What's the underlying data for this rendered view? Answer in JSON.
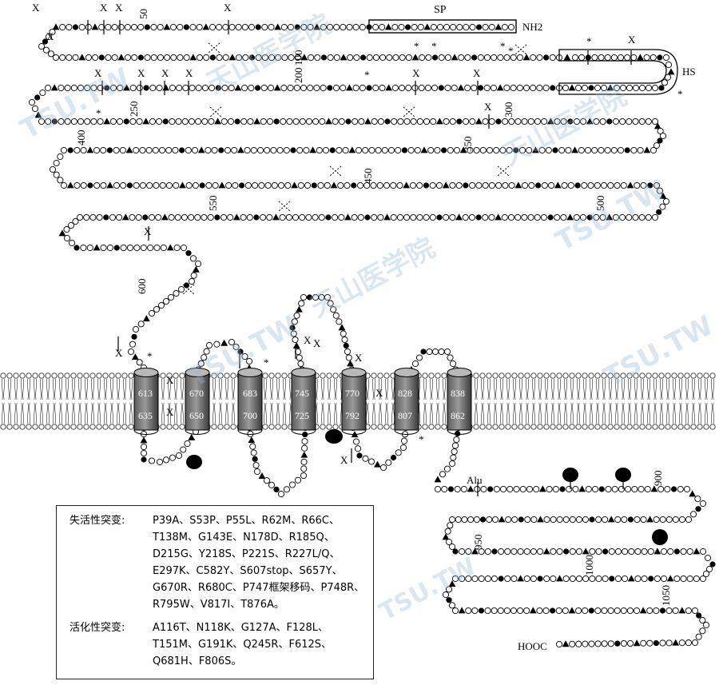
{
  "labels": {
    "sp": "SP",
    "nh2": "NH2",
    "hs": "HS",
    "hooc": "HOOC",
    "alu": "Alu",
    "x": "X",
    "star": "*"
  },
  "residue_numbers": [
    "50",
    "100",
    "200",
    "250",
    "300",
    "350",
    "400",
    "450",
    "500",
    "550",
    "600",
    "900",
    "950",
    "1000",
    "1050"
  ],
  "tm_segments": [
    {
      "start": "613",
      "end": "635"
    },
    {
      "start": "670",
      "end": "650"
    },
    {
      "start": "683",
      "end": "700"
    },
    {
      "start": "745",
      "end": "725"
    },
    {
      "start": "770",
      "end": "792"
    },
    {
      "start": "828",
      "end": "807"
    },
    {
      "start": "838",
      "end": "862"
    }
  ],
  "legend": {
    "loss_heading": "失活性突变:",
    "loss_mutations": "P39A、S53P、P55L、R62M、R66C、T138M、G143E、N178D、R185Q、D215G、Y218S、P221S、R227L/Q、E297K、C582Y、S607stop、S657Y、G670R、R680C、P747框架移码、P748R、R795W、V817I、T876A。",
    "gain_heading": "活化性突变:",
    "gain_mutations": "A116T、N118K、G127A、F128L、T151M、G191K、Q245R、F612S、Q681H、F806S。"
  },
  "watermark": {
    "latin": "TSU.TW",
    "chinese": "天山医学院"
  }
}
